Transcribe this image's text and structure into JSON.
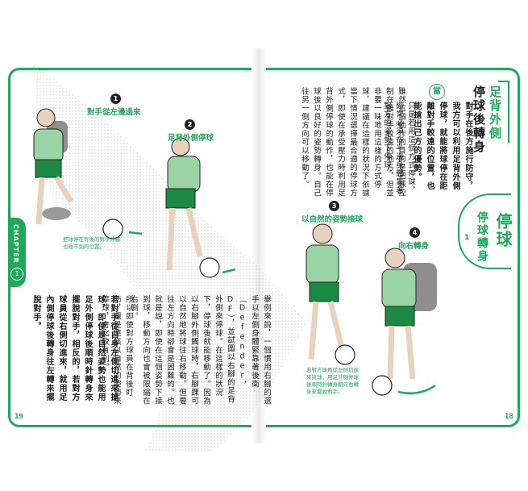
{
  "section": {
    "title_line1": "足背外側",
    "title_line2": "停球後轉身",
    "chapter_title_line1": "停球",
    "chapter_title_line2": "停球轉身",
    "chapter_number": "1",
    "chapter_label": "CHAPTER",
    "chapter_tab_number": "1"
  },
  "note_marker": "當",
  "intro_bold": "對手在後方施行防守，我方可以利用足背外側停球，就能將球停在距離對手較遠的位置，也能搶出己方的優勢。",
  "intro_body": "只是若用這個方式停球，經常必須在半邊身體靠著對方的姿勢下停球。",
  "para2": "雖然這個動作的目的是把球控制在離對手較遠的地方，但並非要一味地用這樣的方式停球，建議在這樣的狀況下依據當下情況選擇最合適的停球方式，即使在承受壓力時利用足背外側停球的動作，也能在停球後以良好的姿勢轉身。自己往另一側方向可以移動了。",
  "para3": "舉例來說，一個慣用右腳的選手以左側身體緊靠著後衛（Defender，DF），並試圖以右腳的足背外側來停球。在這樣的狀況下，停球後就能移動了。因為以右腳外側觸球時，右腳踝可以自然地將球往右移動。但要往左方向時卻會是困難的。也就是說，即使在這個姿勢下接到球，移動方向也會被限縮在右側。",
  "para4": "所以即使對方球員在背後盯防，還是應該以自然的姿勢來停球，會比較有利。",
  "para5_bold": "若對手從自身左側切進來搶球，即使是自然姿勢也能用足外側停球後順時針轉身來擺脫對手，相反的，若對方球員從右側切進來，就用足內側停球後轉身往左轉來擺脫對手。",
  "steps": [
    {
      "number": "1",
      "label": "對手從左邊過來"
    },
    {
      "number": "2",
      "label": "足背外側停球"
    },
    {
      "number": "3",
      "label": "以自然的姿勢接球"
    },
    {
      "number": "4",
      "label": "向右轉身"
    }
  ],
  "captions": {
    "left": "把球停在背後的對手伸腳也碰不到的位置。",
    "right": "若對方球員從左側切進來搶球，用足外側停球後順時針轉身朝向右轉身來擺脫對手。"
  },
  "page_numbers": {
    "left": "19",
    "right": "18"
  },
  "colors": {
    "accent": "#1fa85a",
    "ink": "#1b1b1b",
    "skin": "#e9d2bd",
    "shadow_player": "#8e8e8e"
  }
}
